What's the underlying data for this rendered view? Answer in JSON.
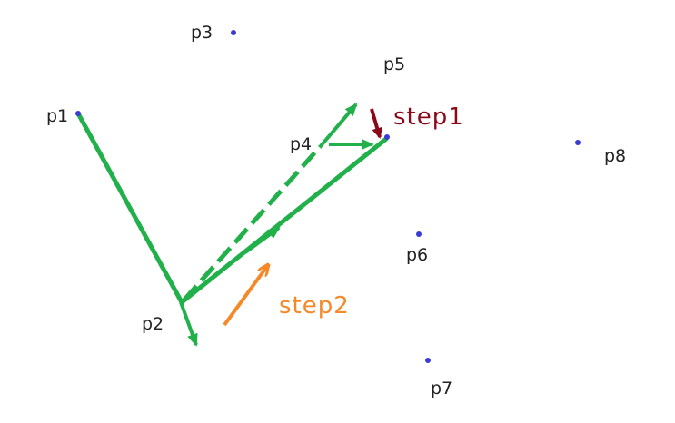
{
  "colors": {
    "point": "#3b3bd6",
    "label": "#222222",
    "path": "#22b04b",
    "step1": "#8b0a1a",
    "step2": "#f5892a",
    "background": "#ffffff"
  },
  "points": {
    "p1": "p1",
    "p2": "p2",
    "p3": "p3",
    "p4": "p4",
    "p5": "p5",
    "p6": "p6",
    "p7": "p7",
    "p8": "p8"
  },
  "steps": {
    "step1": "step1",
    "step2": "step2"
  }
}
